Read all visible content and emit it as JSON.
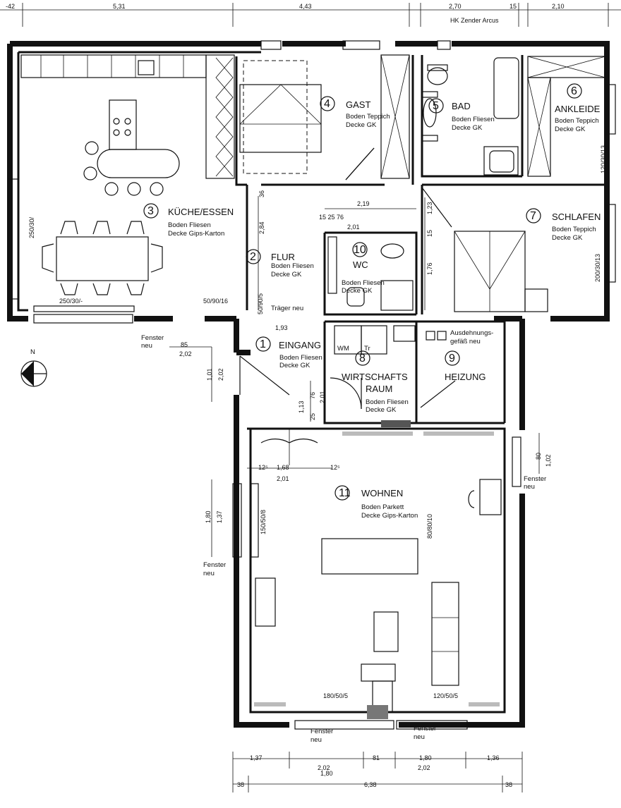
{
  "dims": {
    "top": [
      "-42",
      "5,31",
      "4,43",
      "2,70",
      "15",
      "2,10"
    ],
    "d219": "2,19",
    "d15_25_76": "15  25  76",
    "d201": "2,01",
    "window_kitchen": "250/30/-",
    "d50_90_16": "50/90/16",
    "d193": "1,93",
    "d85": "85",
    "d202": "2,02",
    "d168": "1,68",
    "d12_5": "12⁵",
    "d180": "1,80",
    "d137": "1,37",
    "d81": "81",
    "d136": "1,36",
    "d38": "38",
    "d638": "6,38",
    "d180_50_5": "180/50/5",
    "d120_50_5": "120/50/5",
    "d250_30": "250/30/",
    "d284": "2,84",
    "d50_90_5": "50/90/5",
    "d36": "36",
    "d123": "1,23",
    "d15": "15",
    "d176": "1,76",
    "d120_30_13": "120/30/13",
    "d200_30_13": "200/30/13",
    "d101": "1,01",
    "d113": "1,13",
    "d76": "76",
    "d25": "25",
    "d150_50_8": "150/50/8",
    "d80_80_10": "80/80/10",
    "d80": "80",
    "d102": "1,02"
  },
  "notes": {
    "radiator": "HK Zender Arcus"
  },
  "rooms": {
    "eingang": {
      "number": "1",
      "name": "EINGANG",
      "floor": "Boden Fliesen",
      "ceiling": "Decke GK"
    },
    "flur": {
      "number": "2",
      "name": "FLUR",
      "floor": "Boden Fliesen",
      "ceiling": "Decke GK"
    },
    "kueche": {
      "number": "3",
      "name": "KÜCHE/ESSEN",
      "floor": "Boden Fliesen",
      "ceiling": "Decke Gips-Karton"
    },
    "gast": {
      "number": "4",
      "name": "GAST",
      "floor": "Boden Teppich",
      "ceiling": "Decke GK"
    },
    "bad": {
      "number": "5",
      "name": "BAD",
      "floor": "Boden Fliesen",
      "ceiling": "Decke GK"
    },
    "ankleide": {
      "number": "6",
      "name": "ANKLEIDE",
      "floor": "Boden Teppich",
      "ceiling": "Decke GK"
    },
    "schlafen": {
      "number": "7",
      "name": "SCHLAFEN",
      "floor": "Boden Teppich",
      "ceiling": "Decke GK"
    },
    "wirtschaft": {
      "number": "8",
      "name1": "WIRTSCHAFTS",
      "name2": "RAUM",
      "floor": "Boden Fliesen",
      "ceiling": "Decke GK"
    },
    "heizung": {
      "number": "9",
      "name": "HEIZUNG"
    },
    "wc": {
      "number": "10",
      "name": "WC",
      "floor": "Boden Fliesen",
      "ceiling": "Decke GK"
    },
    "wohnen": {
      "number": "11",
      "name": "WOHNEN",
      "floor": "Boden Parkett",
      "ceiling": "Decke Gips-Karton"
    }
  },
  "labels": {
    "traeger": "Träger neu",
    "fenster": "Fenster",
    "neu": "neu",
    "north": "N",
    "wm": "WM",
    "tr": "Tr",
    "ausdehnung1": "Ausdehnungs-",
    "ausdehnung2": "gefäß neu"
  }
}
